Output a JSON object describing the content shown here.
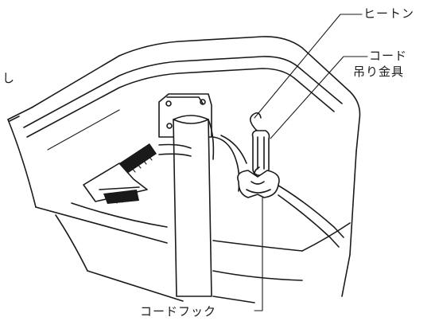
{
  "labels": {
    "heaton": "ヒートン",
    "cord_hanger_line1": "コード",
    "cord_hanger_line2": "吊り金具",
    "cord_hook": "コードフック",
    "left_cut": "し"
  },
  "colors": {
    "line": "#1a1a1a",
    "background": "#ffffff"
  }
}
